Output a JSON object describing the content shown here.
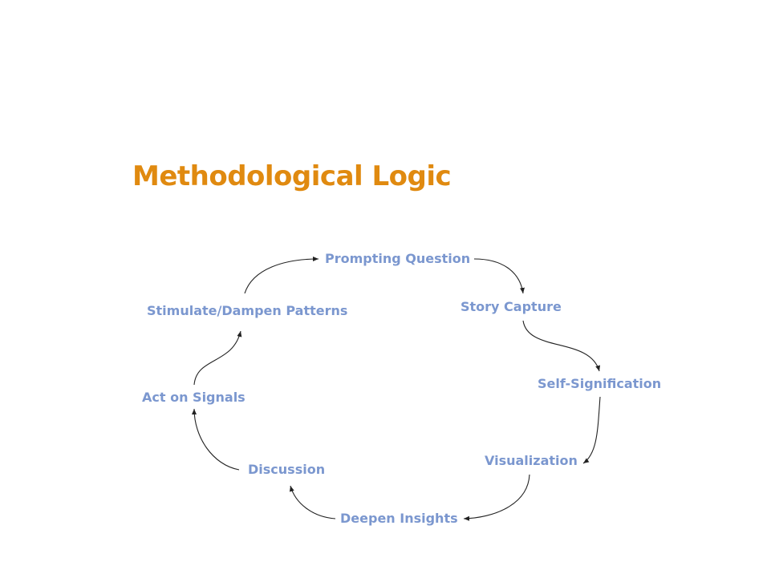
{
  "title": "Methodological Logic",
  "colors": {
    "title": "#E08A10",
    "label": "#7B97CF"
  },
  "cycle": [
    "Prompting Question",
    "Story Capture",
    "Self-Signification",
    "Visualization",
    "Deepen Insights",
    "Discussion",
    "Act on Signals",
    "Stimulate/Dampen Patterns"
  ]
}
